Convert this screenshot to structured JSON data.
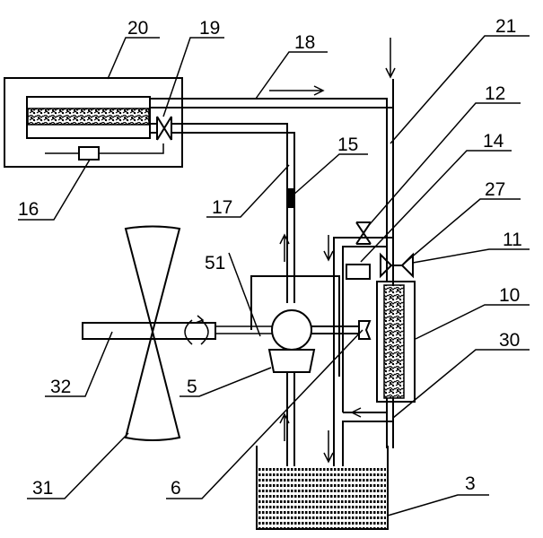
{
  "labels": {
    "n3": "3",
    "n5": "5",
    "n6": "6",
    "n10": "10",
    "n11": "11",
    "n12": "12",
    "n14": "14",
    "n15": "15",
    "n16": "16",
    "n17": "17",
    "n18": "18",
    "n19": "19",
    "n20": "20",
    "n21": "21",
    "n27": "27",
    "n30": "30",
    "n31": "31",
    "n32": "32",
    "n51": "51"
  }
}
